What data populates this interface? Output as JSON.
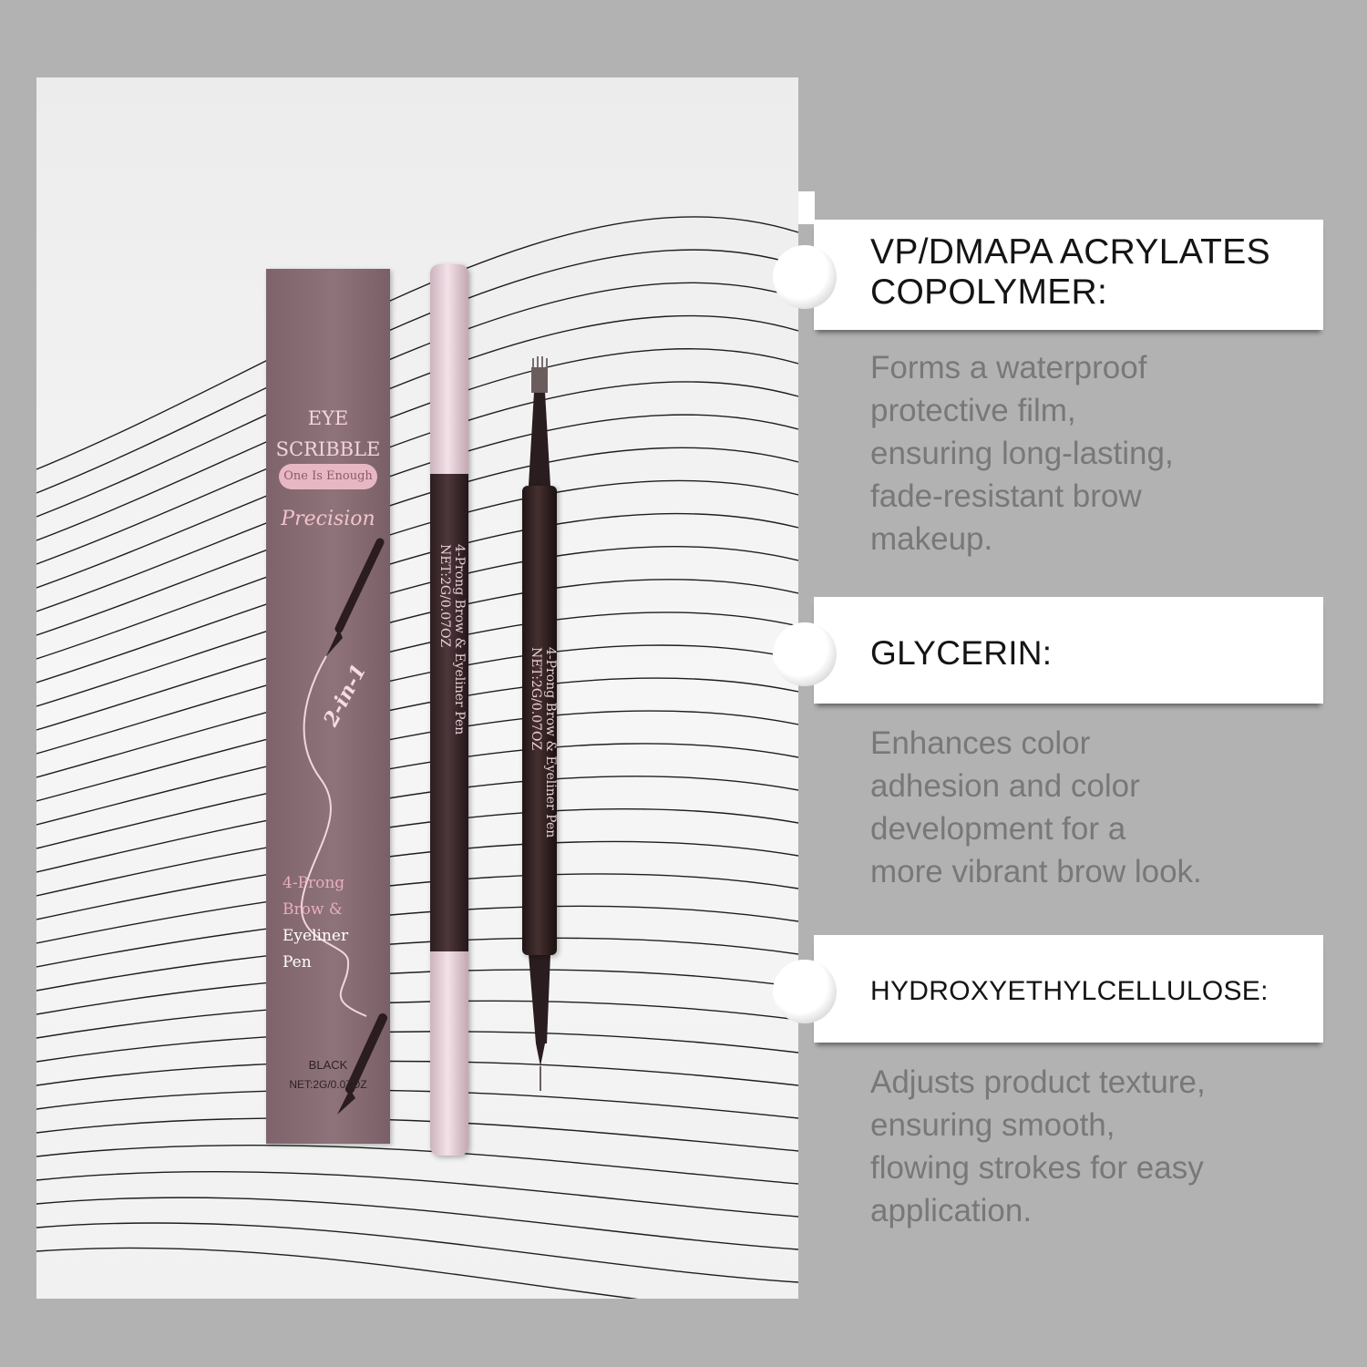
{
  "product_box": {
    "title_line1": "EYE",
    "title_line2": "SCRIBBLE",
    "tagline": "One Is Enough",
    "script_word": "Precision",
    "badge": "2-in-1",
    "name_line1": "4-Prong",
    "name_line2": "Brow &",
    "name_line3": "Eyeliner",
    "name_line4": "Pen",
    "shade": "BLACK",
    "net": "NET:2G/0.07OZ"
  },
  "pen_label": {
    "line1": "4-Prong Brow & Eyeliner Pen",
    "line2": "NET:2G/0.07OZ"
  },
  "ingredients": [
    {
      "heading_line1": "VP/DMAPA ACRYLATES",
      "heading_line2": "COPOLYMER:",
      "desc_lines": [
        "Forms a waterproof",
        "protective film,",
        "ensuring long-lasting,",
        "fade-resistant brow",
        "makeup."
      ]
    },
    {
      "heading_line1": "GLYCERIN:",
      "heading_line2": "",
      "desc_lines": [
        "Enhances color",
        "adhesion and color",
        "development for a",
        "more vibrant brow look."
      ]
    },
    {
      "heading_line1": "HYDROXYETHYLCELLULOSE:",
      "heading_line2": "",
      "desc_lines": [
        "Adjusts product texture,",
        "ensuring smooth,",
        "flowing strokes for easy",
        "application."
      ]
    }
  ],
  "colors": {
    "background": "#b2b2b2",
    "box": "#8a6f76",
    "box_title": "#f4d3da",
    "pen_cap": "#ecd6de",
    "pen_barrel": "#3a2a2d",
    "heading": "#141414",
    "description": "#787878"
  }
}
